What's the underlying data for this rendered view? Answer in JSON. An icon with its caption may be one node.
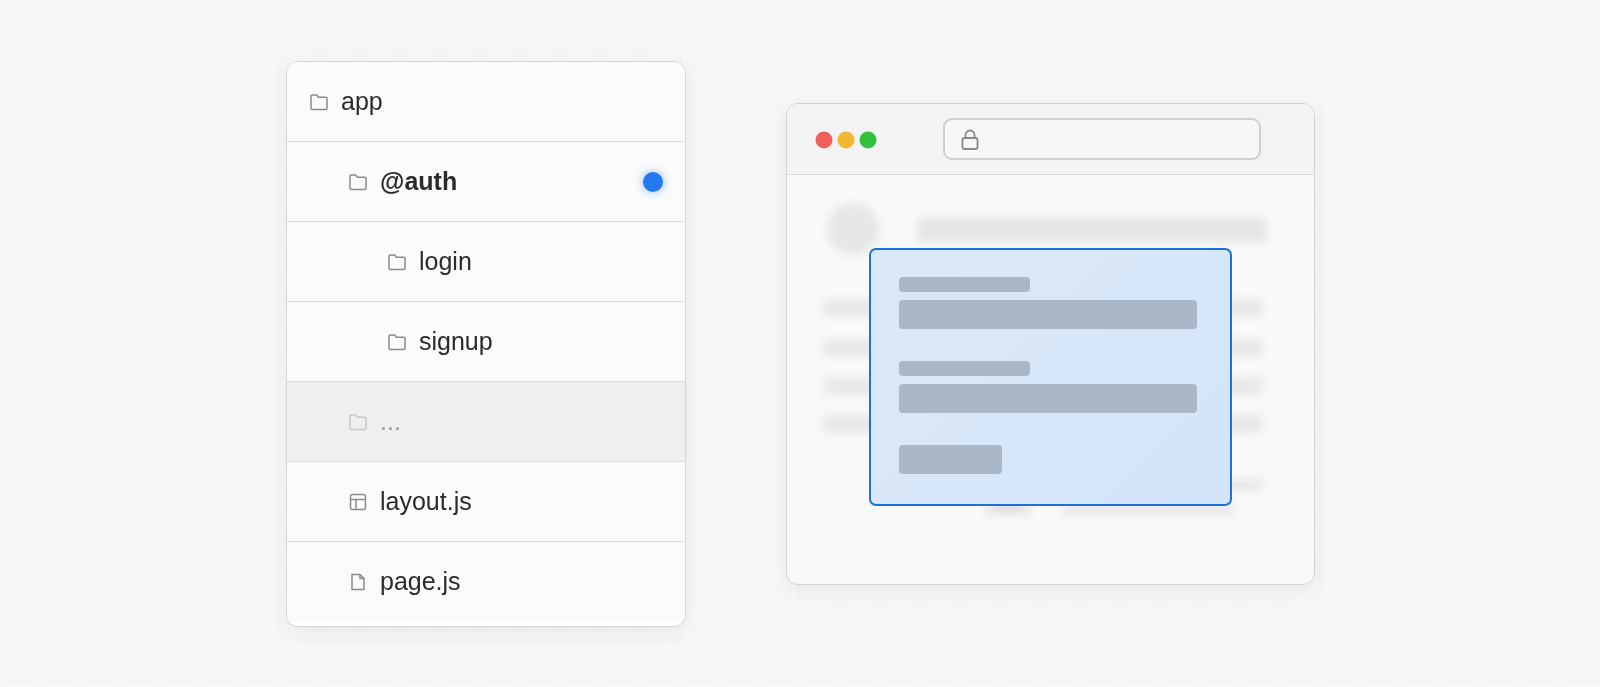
{
  "diagram": {
    "nodes": [
      {
        "text": [
          "app"
        ]
      },
      {
        "text": [
          "@auth"
        ]
      },
      {
        "text": [
          "login"
        ]
      },
      {
        "text": [
          "signup"
        ]
      },
      {
        "text": [
          "..."
        ]
      },
      {
        "text": [
          "layout.js"
        ]
      },
      {
        "text": [
          "page.js"
        ]
      }
    ]
  }
}
